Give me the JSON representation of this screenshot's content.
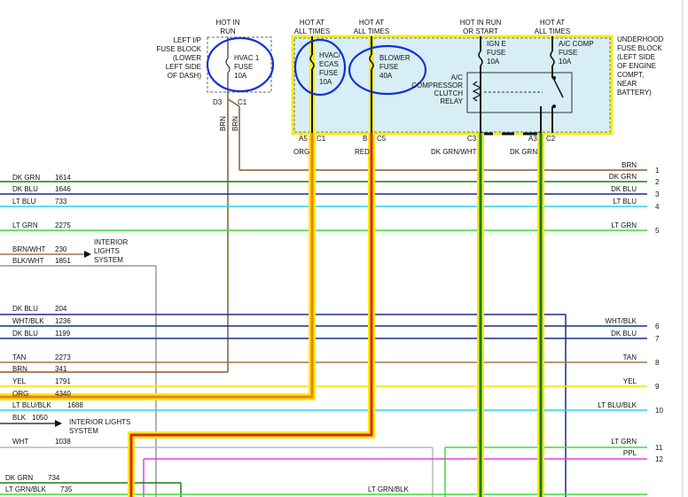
{
  "colors": {
    "brn": "#8a5a2b",
    "dk_grn": "#1a7a1a",
    "dk_blu": "#1c2a8c",
    "lt_blu": "#2fd0e8",
    "lt_grn": "#3fdc3f",
    "yel": "#f2e600",
    "org": "#ff7a00",
    "red": "#e0231c",
    "wht": "#b8b8b8",
    "ppl": "#e040e0",
    "tan": "#a07840",
    "gray": "#999999",
    "fuse_block_fill": "#d7eef6",
    "highlight_yellow": "#f4ec1a",
    "marker_blue": "#1230d8"
  },
  "header": {
    "hot_in_run": [
      "HOT IN",
      "RUN"
    ],
    "hot_all_times_1": [
      "HOT AT",
      "ALL TIMES"
    ],
    "hot_all_times_2": [
      "HOT AT",
      "ALL TIMES"
    ],
    "hot_run_start": [
      "HOT IN RUN",
      "OR START"
    ],
    "hot_all_times_3": [
      "HOT AT",
      "ALL TIMES"
    ]
  },
  "left_fuse_block": {
    "title": [
      "LEFT I/P",
      "FUSE BLOCK",
      "(LOWER",
      "LEFT SIDE",
      "OF DASH)"
    ],
    "fuse": [
      "HVAC 1",
      "FUSE",
      "10A"
    ],
    "pins": [
      "D3",
      "C1"
    ]
  },
  "underhood_block": {
    "title": [
      "UNDERHOOD",
      "FUSE BLOCK",
      "(LEFT SIDE",
      "OF ENGINE",
      "COMPT,",
      "NEAR",
      "BATTERY)"
    ],
    "fuse_hvac": [
      "HVAC/",
      "ECAS",
      "FUSE",
      "10A"
    ],
    "fuse_blower": [
      "BLOWER",
      "FUSE",
      "40A"
    ],
    "fuse_ign": [
      "IGN E",
      "FUSE",
      "10A"
    ],
    "fuse_ac": [
      "A/C COMP",
      "FUSE",
      "10A"
    ],
    "relay": [
      "A/C",
      "COMPRESSOR",
      "CLUTCH",
      "RELAY"
    ],
    "pins": [
      "A5",
      "C1",
      "B",
      "C5",
      "C3",
      "A3",
      "C2"
    ]
  },
  "drop_wires": {
    "brn_1": "BRN",
    "brn_2": "BRN",
    "org": "ORG",
    "red": "RED",
    "dk_grn_wht": "DK GRN/WHT",
    "dk_grn": "DK GRN"
  },
  "left_labels": [
    {
      "name": "DK GRN",
      "num": "1614"
    },
    {
      "name": "DK BLU",
      "num": "1646"
    },
    {
      "name": "LT BLU",
      "num": "733"
    },
    {
      "name": "LT GRN",
      "num": "2275"
    },
    {
      "name": "BRN/WHT",
      "num": "230"
    },
    {
      "name": "BLK/WHT",
      "num": "1851"
    },
    {
      "name": "DK BLU",
      "num": "204"
    },
    {
      "name": "WHT/BLK",
      "num": "1236"
    },
    {
      "name": "DK BLU",
      "num": "1199"
    },
    {
      "name": "TAN",
      "num": "2273"
    },
    {
      "name": "BRN",
      "num": "341"
    },
    {
      "name": "YEL",
      "num": "1791"
    },
    {
      "name": "ORG",
      "num": "4340"
    },
    {
      "name": "LT BLU/BLK",
      "num": "1688"
    },
    {
      "name": "BLK",
      "num": "1050"
    },
    {
      "name": "WHT",
      "num": "1038"
    },
    {
      "name": "DK GRN",
      "num": "734"
    },
    {
      "name": "LT GRN/BLK",
      "num": "735"
    }
  ],
  "interior_lights_1": [
    "INTERIOR",
    "LIGHTS",
    "SYSTEM"
  ],
  "interior_lights_2": [
    "INTERIOR LIGHTS",
    "SYSTEM"
  ],
  "right_labels": [
    {
      "name": "BRN",
      "num": "1"
    },
    {
      "name": "DK GRN",
      "num": "2"
    },
    {
      "name": "DK BLU",
      "num": "3"
    },
    {
      "name": "LT BLU",
      "num": "4"
    },
    {
      "name": "LT GRN",
      "num": "5"
    },
    {
      "name": "WHT/BLK",
      "num": "6"
    },
    {
      "name": "DK BLU",
      "num": "7"
    },
    {
      "name": "TAN",
      "num": "8"
    },
    {
      "name": "YEL",
      "num": "9"
    },
    {
      "name": "LT BLU/BLK",
      "num": "10"
    },
    {
      "name": "LT GRN",
      "num": "11"
    },
    {
      "name": "PPL",
      "num": "12"
    }
  ],
  "bottom_label": "LT GRN/BLK"
}
